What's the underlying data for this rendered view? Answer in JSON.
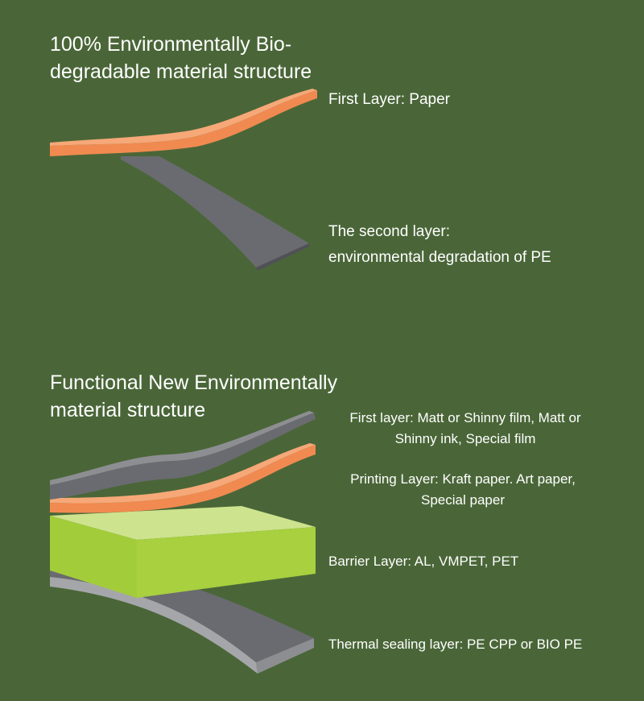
{
  "section1": {
    "title_lines": [
      "100% Environmentally Bio-",
      "degradable material structure"
    ],
    "layers": [
      {
        "label": "First Layer: Paper",
        "color": "#f2894f"
      },
      {
        "label_lines": [
          "The second layer:",
          "environmental degradation of PE"
        ],
        "color": "#6e6f73"
      }
    ]
  },
  "section2": {
    "title_lines": [
      "Functional New Environmentally",
      "material structure"
    ],
    "layers": [
      {
        "label_lines": [
          "First layer: Matt or Shinny film, Matt or",
          "Shinny ink, Special film"
        ],
        "color": "#6e6f73"
      },
      {
        "label_lines": [
          "Printing Layer: Kraft paper. Art paper,",
          "Special paper"
        ],
        "color": "#f2894f"
      },
      {
        "label": "Barrier Layer: AL, VMPET, PET",
        "color": "#a3cd3b"
      },
      {
        "label": "Thermal sealing layer: PE CPP or BIO PE",
        "color": "#6e6f73"
      }
    ]
  }
}
